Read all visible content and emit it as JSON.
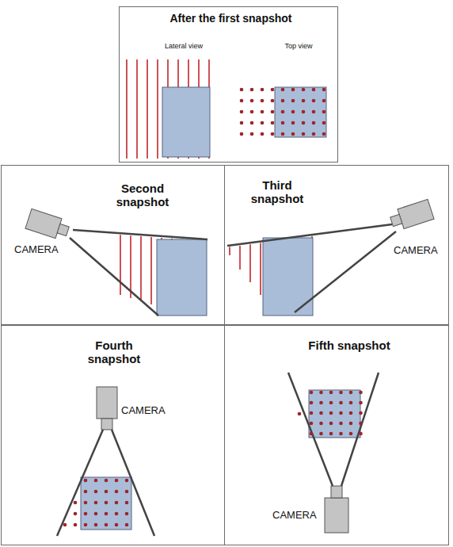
{
  "diagram": {
    "nodes": [
      {
        "text": [
          "After the first snapshot",
          "Lateral view",
          "Top view"
        ]
      },
      {
        "text": [
          "Second snapshot",
          "CAMERA"
        ]
      },
      {
        "text": [
          "Third snapshot",
          "CAMERA"
        ]
      },
      {
        "text": [
          "Fourth snapshot",
          "CAMERA"
        ]
      },
      {
        "text": [
          "Fifth snapshot",
          "CAMERA"
        ]
      }
    ]
  }
}
